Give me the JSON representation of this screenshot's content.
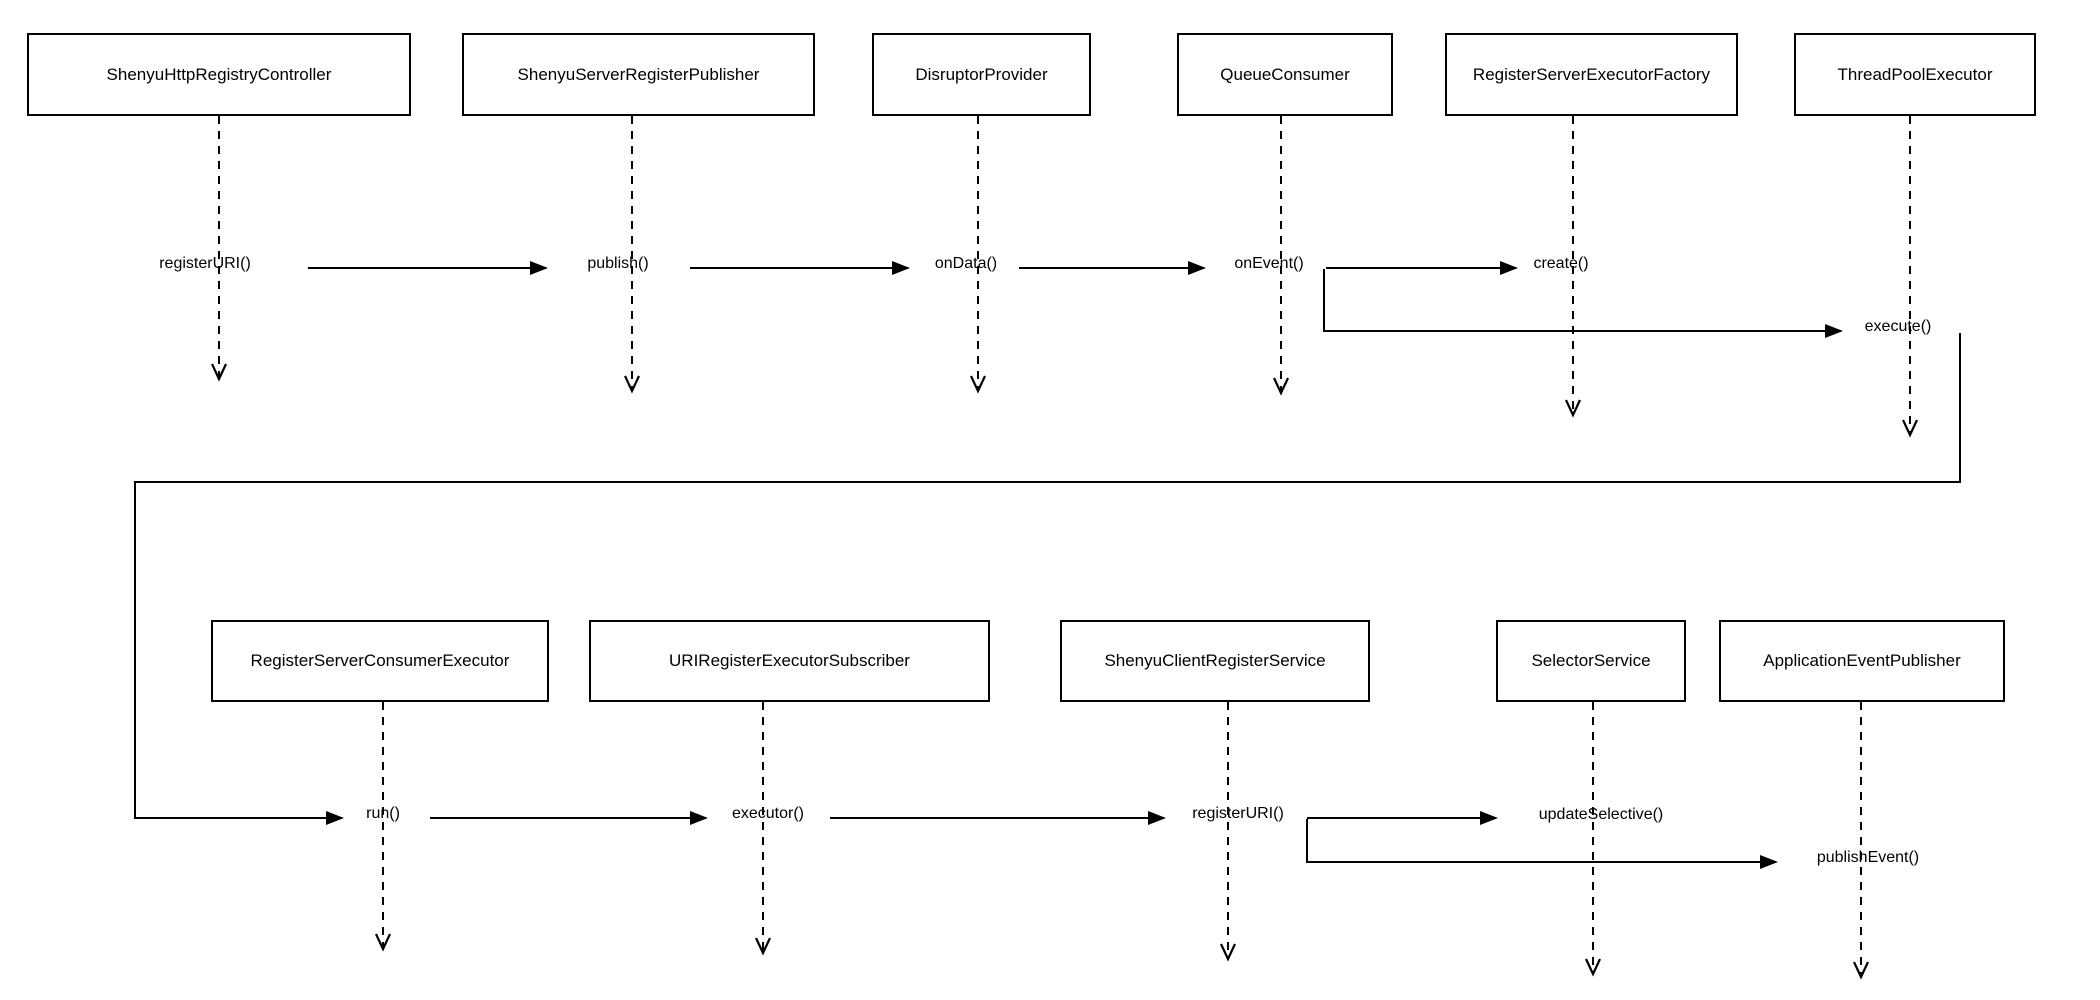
{
  "diagram": {
    "colors": {
      "background": "#ffffff",
      "line": "#000000",
      "box_border": "#000000",
      "box_fill": "#ffffff",
      "text": "#000000"
    },
    "top_actors": [
      {
        "label": "ShenyuHttpRegistryController"
      },
      {
        "label": "ShenyuServerRegisterPublisher"
      },
      {
        "label": "DisruptorProvider"
      },
      {
        "label": "QueueConsumer"
      },
      {
        "label": "RegisterServerExecutorFactory"
      },
      {
        "label": "ThreadPoolExecutor"
      }
    ],
    "bottom_actors": [
      {
        "label": "RegisterServerConsumerExecutor"
      },
      {
        "label": "URIRegisterExecutorSubscriber"
      },
      {
        "label": "ShenyuClientRegisterService"
      },
      {
        "label": "SelectorService"
      },
      {
        "label": "ApplicationEventPublisher"
      }
    ],
    "top_messages": [
      {
        "label": "registerURI()"
      },
      {
        "label": "publish()"
      },
      {
        "label": "onData()"
      },
      {
        "label": "onEvent()"
      },
      {
        "label": "create()"
      },
      {
        "label": "execute()"
      }
    ],
    "bottom_messages": [
      {
        "label": "run()"
      },
      {
        "label": "executor()"
      },
      {
        "label": "registerURI()"
      },
      {
        "label": "updateSelective()"
      },
      {
        "label": "publishEvent()"
      }
    ]
  }
}
